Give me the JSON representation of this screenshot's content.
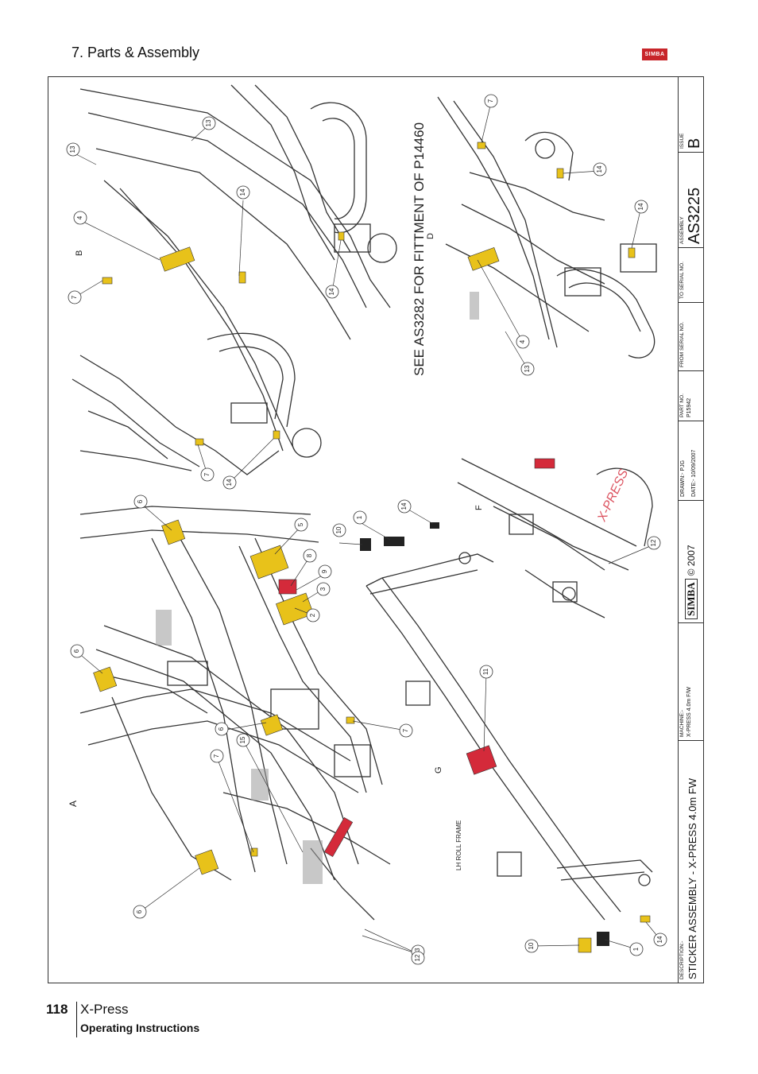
{
  "header": {
    "section_title": "7. Parts & Assembly",
    "logo_text": "SIMBA"
  },
  "drawing": {
    "labels": {
      "note": "SEE AS3282 FOR FITTMENT OF P14460",
      "view_b": "B",
      "view_d": "D",
      "view_a": "A",
      "view_f": "F",
      "view_g": "G",
      "lh_roll_frame": "LH ROLL FRAME",
      "xpress_text": "X-PRESS"
    },
    "callouts": [
      "13",
      "13",
      "4",
      "7",
      "14",
      "14",
      "7",
      "14",
      "7",
      "14",
      "14",
      "4",
      "13",
      "6",
      "5",
      "10",
      "1",
      "8",
      "9",
      "3",
      "2",
      "6",
      "14",
      "11",
      "7",
      "6",
      "15",
      "7",
      "6",
      "12",
      "10",
      "1",
      "14",
      "13",
      "12"
    ]
  },
  "title_block": {
    "description_label": "DESCRIPTION:-",
    "description": "STICKER ASSEMBLY - X-PRESS 4.0m FW",
    "machine_label": "MACHINE:-",
    "machine": "X-PRESS 4.0m F/W",
    "logo": "SIMBA",
    "copyright": "© 2007",
    "drawn_label": "DRAWN:-",
    "drawn": "PJG",
    "date_label": "DATE:-",
    "date": "10/09/2007",
    "part_no_label": "PART NO.",
    "part_no": "P15942",
    "from_serial_label": "FROM SERIAL NO.",
    "to_serial_label": "TO SERIAL NO.",
    "assembly_label": "ASSEMBLY",
    "assembly": "AS3225",
    "issue_label": "ISSUE",
    "issue": "B"
  },
  "footer": {
    "page_number": "118",
    "product": "X-Press",
    "subtitle": "Operating Instructions"
  },
  "colors": {
    "logo_red": "#c8252a",
    "sticker_yellow": "#e8c21a",
    "sticker_red": "#d42a3a",
    "line": "#333333"
  }
}
